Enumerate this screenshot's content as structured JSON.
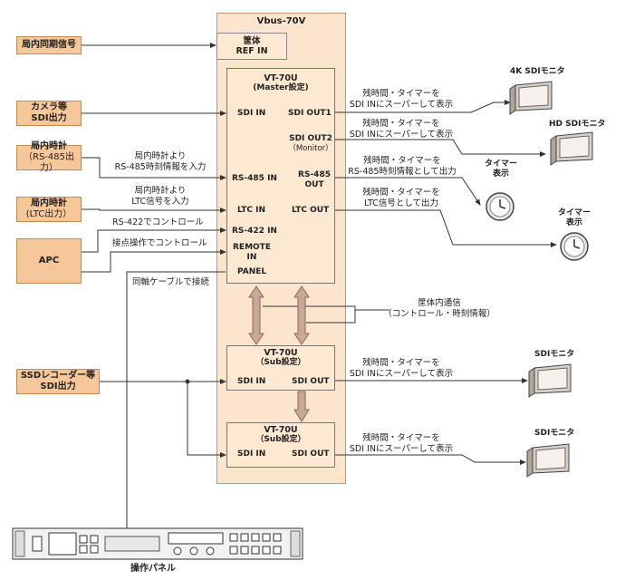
{
  "vbus": {
    "title": "Vbus-70V",
    "ref_line1": "筐体",
    "ref_line2": "REF IN"
  },
  "sources": {
    "ref_sync": "局内同期信号",
    "camera_line1": "カメラ等",
    "camera_line2": "SDI出力",
    "clock485_line1": "局内時計",
    "clock485_line2": "（RS-485出力）",
    "clockltc_line1": "局内時計",
    "clockltc_line2": "(LTC出力）",
    "apc": "APC",
    "ssd_line1": "SSDレコーダー等",
    "ssd_line2": "SDI出力"
  },
  "master": {
    "title": "VT-70U",
    "subtitle": "(Master設定)",
    "sdi_in": "SDI IN",
    "sdi_out1": "SDI OUT1",
    "sdi_out2_line1": "SDI OUT2",
    "sdi_out2_line2": "（Monitor）",
    "rs485_in": "RS-485 IN",
    "rs485_out_line1": "RS-485",
    "rs485_out_line2": "OUT",
    "ltc_in": "LTC IN",
    "ltc_out": "LTC OUT",
    "rs422_in": "RS-422 IN",
    "remote_in_line1": "REMOTE",
    "remote_in_line2": "IN",
    "panel": "PANEL"
  },
  "sub1": {
    "title": "VT-70U",
    "subtitle": "（Sub設定）",
    "sdi_in": "SDI IN",
    "sdi_out": "SDI OUT"
  },
  "sub2": {
    "title": "VT-70U",
    "subtitle": "（Sub設定）",
    "sdi_in": "SDI IN",
    "sdi_out": "SDI OUT"
  },
  "labels": {
    "rs485_line1": "局内時計より",
    "rs485_line2": "RS-485時刻情報を入力",
    "ltc_line1": "局内時計より",
    "ltc_line2": "LTC信号を入力",
    "rs422": "RS-422でコントロール",
    "contact": "接点操作でコントロール",
    "coax": "同軸ケーブルで接続",
    "internal_line1": "筐体内通信",
    "internal_line2": "（コントロール・時刻情報）",
    "out1_line1": "残時間・タイマーを",
    "out1_line2": "SDI INにスーパーして表示",
    "out2_line1": "残時間・タイマーを",
    "out2_line2": "SDI INにスーパーして表示",
    "out485_line1": "残時間・タイマーを",
    "out485_line2": "RS-485時刻情報として出力",
    "outltc_line1": "残時間・タイマーを",
    "outltc_line2": "LTC信号として出力",
    "sub1_out_line1": "残時間・タイマーを",
    "sub1_out_line2": "SDI INにスーパーして表示",
    "sub2_out_line1": "残時間・タイマーを",
    "sub2_out_line2": "SDI INにスーパーして表示"
  },
  "devices": {
    "monitor_4k": "4K SDIモニタ",
    "monitor_hd": "HD SDIモニタ",
    "timer1_line1": "タイマー",
    "timer1_line2": "表示",
    "timer2_line1": "タイマー",
    "timer2_line2": "表示",
    "monitor_sub1": "SDIモニタ",
    "monitor_sub2": "SDIモニタ",
    "panel": "操作パネル"
  },
  "colors": {
    "source_fill": "#f6c79b",
    "chassis_fill": "#fbe5cd",
    "unit_fill": "#fde9d2",
    "arrow": "#b09080",
    "line": "#333333"
  }
}
